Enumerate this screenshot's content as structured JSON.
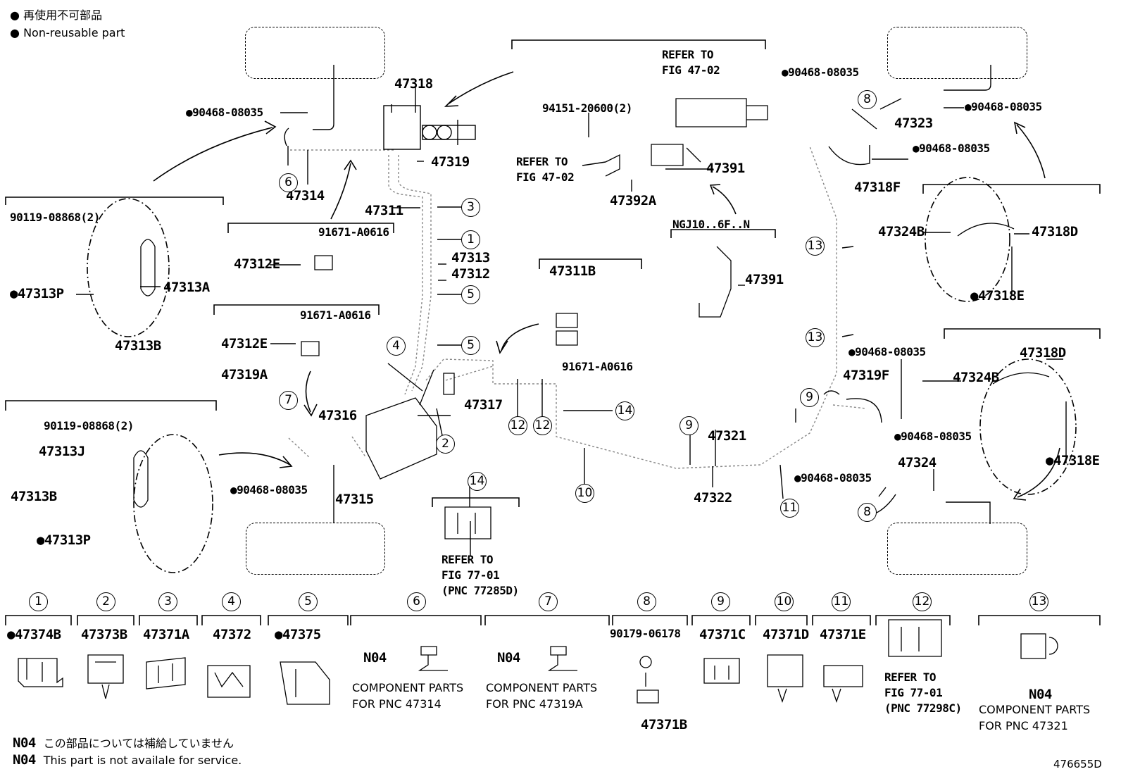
{
  "legend": {
    "jp": "再使用不可部品",
    "en": "Non-reusable part",
    "n04_jp": "この部品については補給していません",
    "n04_en": "This part is not availale for service."
  },
  "doc_id": "476655D",
  "refer_to": "REFER TO",
  "fig_47_02": "FIG 47-02",
  "fig_77_01": "FIG 77-01",
  "pnc_77285d": "(PNC 77285D)",
  "pnc_77298c": "(PNC 77298C)",
  "comp_parts": "COMPONENT PARTS",
  "n04": "N04",
  "variant_note": "NGJ10..6F..N",
  "parts": {
    "p47318": "47318",
    "p47319": "47319",
    "p47314": "47314",
    "p47311": "47311",
    "p47313": "47313",
    "p47312": "47312",
    "p47312e": "47312E",
    "p47313a": "47313A",
    "p47313b": "47313B",
    "p47313p": "47313P",
    "p47313j": "47313J",
    "p47319a": "47319A",
    "p47316": "47316",
    "p47317": "47317",
    "p47315": "47315",
    "p47311b": "47311B",
    "p47391": "47391",
    "p47392a": "47392A",
    "p47321": "47321",
    "p47322": "47322",
    "p47323": "47323",
    "p47318f": "47318F",
    "p47324b": "47324B",
    "p47318d": "47318D",
    "p47318e": "47318E",
    "p47319f": "47319F",
    "p47324": "47324",
    "c1": "47374B",
    "c2": "47373B",
    "c3": "47371A",
    "c4": "47372",
    "c5": "47375",
    "c8": "90179-06178",
    "c8b": "47371B",
    "c9": "47371C",
    "c10": "47371D",
    "c11": "47371E",
    "b90468": "90468-08035",
    "b90119": "90119-08868(2)",
    "b91671": "91671-A0616",
    "b94151": "94151-20600(2)"
  },
  "pnc": {
    "n6": "FOR PNC 47314",
    "n7": "FOR PNC 47319A",
    "n13": "FOR PNC 47321"
  },
  "circles": [
    "1",
    "2",
    "3",
    "4",
    "5",
    "6",
    "7",
    "8",
    "9",
    "10",
    "11",
    "12",
    "13",
    "14"
  ]
}
